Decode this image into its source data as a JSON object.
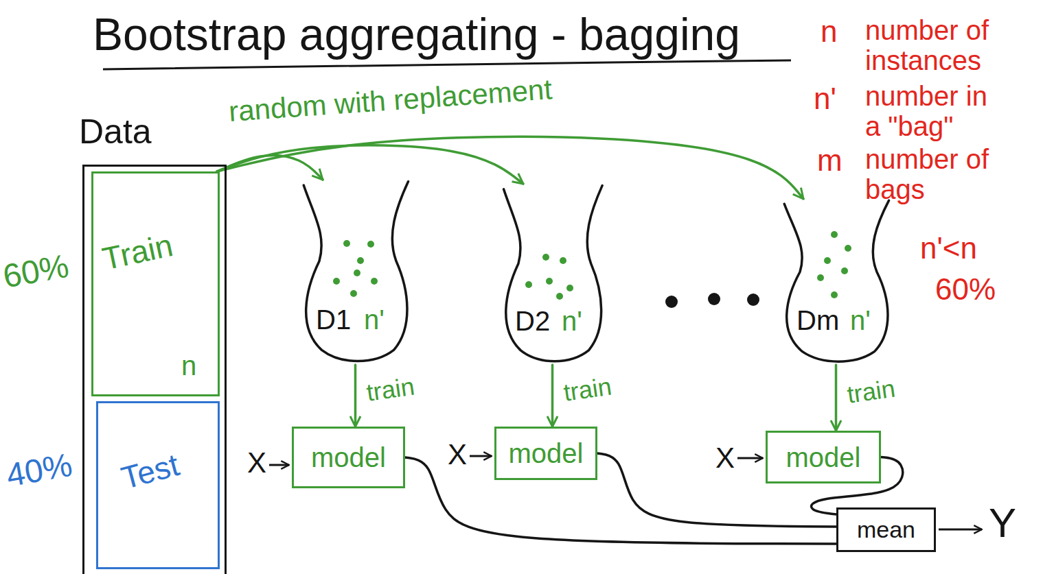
{
  "diagram": {
    "title": "Bootstrap aggregating - bagging",
    "nodes": [
      {
        "text": [
          "Data"
        ]
      },
      {
        "text": [
          "Train",
          "n"
        ],
        "in": 0
      },
      {
        "text": [
          "Test"
        ],
        "in": 0
      },
      {
        "text": [
          "D1",
          "n'"
        ]
      },
      {
        "text": [
          "D2",
          "n'"
        ]
      },
      {
        "text": [
          "Dm",
          "n'"
        ]
      },
      {
        "text": [
          "model"
        ]
      },
      {
        "text": [
          "model"
        ]
      },
      {
        "text": [
          "model"
        ]
      },
      {
        "text": [
          "mean"
        ]
      }
    ],
    "edges": [
      {
        "from": 1,
        "to": 3,
        "arrow": "to"
      },
      {
        "from": 1,
        "to": 4,
        "arrow": "to"
      },
      {
        "from": 1,
        "to": 5,
        "arrow": "to"
      },
      {
        "from": 3,
        "to": 6,
        "arrow": "to",
        "label": "train"
      },
      {
        "from": 4,
        "to": 7,
        "arrow": "to",
        "label": "train"
      },
      {
        "from": 5,
        "to": 8,
        "arrow": "to",
        "label": "train"
      },
      {
        "from": 6,
        "to": 9,
        "arrow": "none"
      },
      {
        "from": 7,
        "to": 9,
        "arrow": "none"
      },
      {
        "from": 8,
        "to": 9,
        "arrow": "none"
      }
    ],
    "labels": [
      "random with replacement",
      "60%",
      "40%",
      "X",
      "X",
      "X",
      "Y",
      "n",
      "number of instances",
      "n'",
      "number in a \"bag\"",
      "m",
      "number of bags",
      "n'<n",
      "60%"
    ]
  }
}
